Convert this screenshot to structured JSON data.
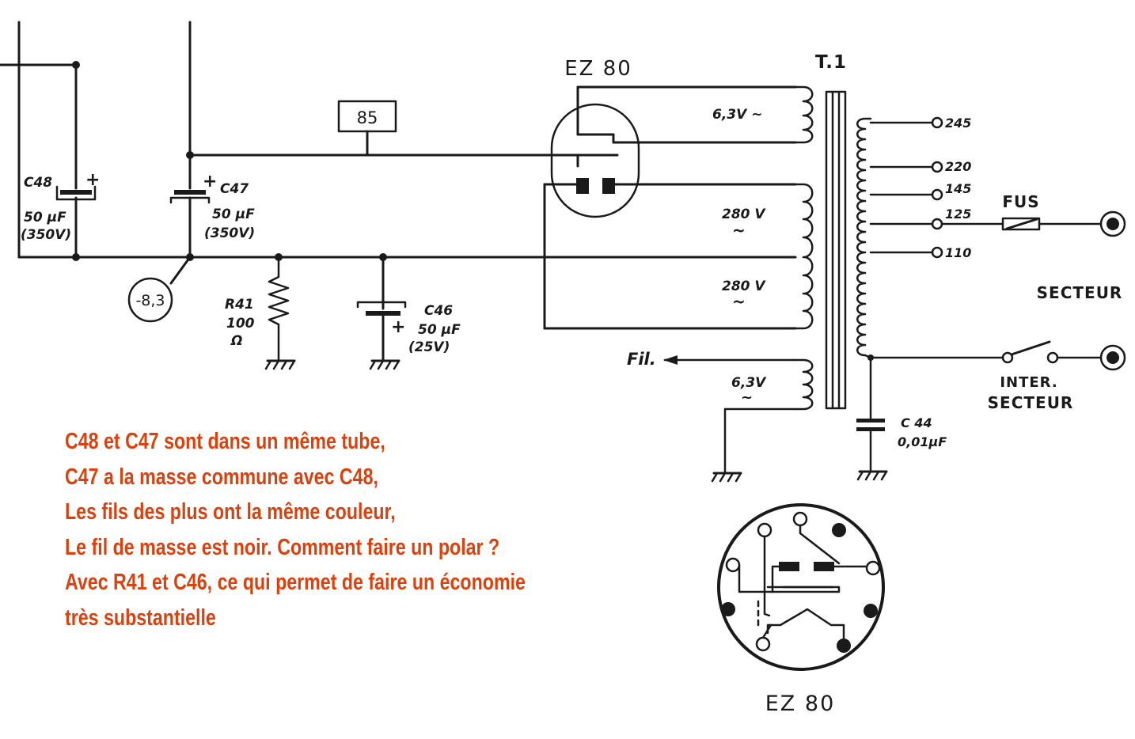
{
  "labels": {
    "tube_top": "EZ 80",
    "tube_bottom": "EZ 80",
    "transformer": "T.1",
    "box_85": "85",
    "c48": "C48",
    "c48_value": "50 μF",
    "c48_voltage": "(350V)",
    "c47": "C47",
    "c47_value": "50 μF",
    "c47_voltage": "(350V)",
    "bias_tag": "-8,3",
    "r41": "R41",
    "r41_value": "100",
    "r41_unit": "Ω",
    "c46": "C46",
    "c46_value": "50 μF",
    "c46_voltage": "(25V)",
    "winding_heater_top": "6,3V ~",
    "winding_hv1": "280 V",
    "winding_hv2": "280 V",
    "tilde": "~",
    "winding_heater_bottom": "6,3V",
    "fil": "Fil.",
    "tap_245": "245",
    "tap_220": "220",
    "tap_145": "145",
    "tap_125": "125",
    "tap_110": "110",
    "fuse": "FUS",
    "mains": "SECTEUR",
    "switch_line1": "INTER.",
    "switch_line2": "SECTEUR",
    "c44": "C 44",
    "c44_value": "0,01μF",
    "plus": "+"
  },
  "note": {
    "lines": [
      "C48 et C47 sont dans un même tube,",
      "C47 a la masse commune avec C48,",
      "Les fils des plus ont la même couleur,",
      "Le fil de masse est noir. Comment faire un polar ?",
      "Avec R41 et C46, ce qui permet de faire un économie",
      "très substantielle"
    ]
  },
  "colors": {
    "ink": "#1a1a1a",
    "note": "#d9420f",
    "background": "#ffffff"
  }
}
